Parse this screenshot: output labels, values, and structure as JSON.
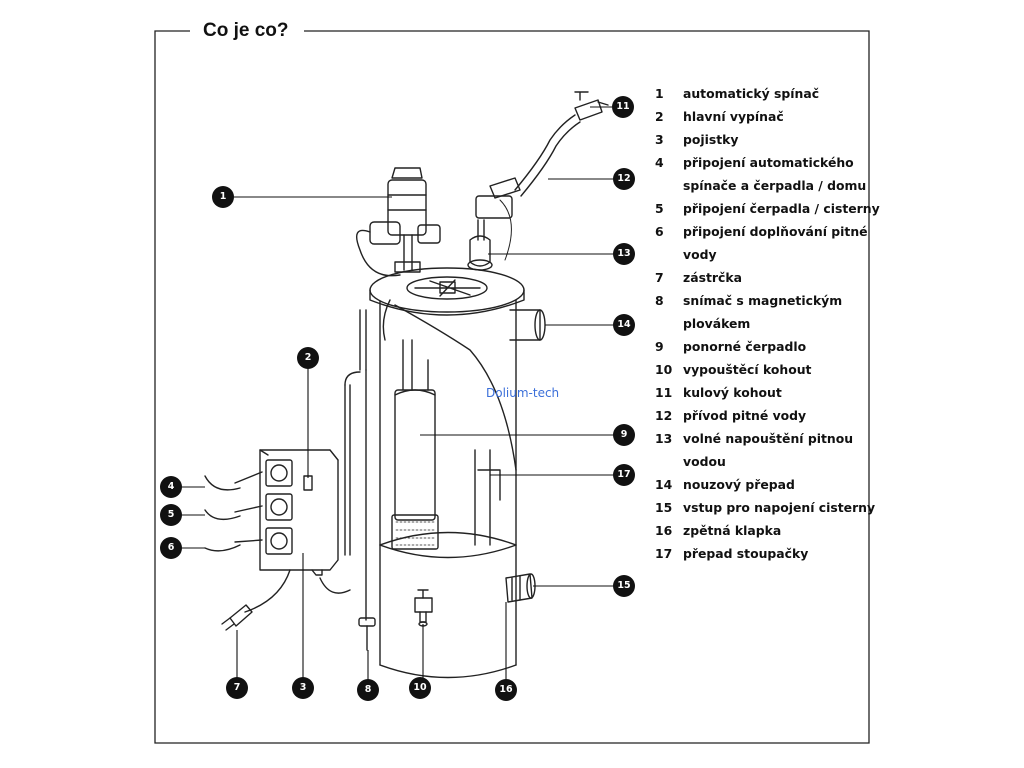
{
  "title": "Co je co?",
  "watermark": "Dolium-tech",
  "legend": [
    {
      "num": "1",
      "lines": [
        "automatický spínač"
      ]
    },
    {
      "num": "2",
      "lines": [
        "hlavní vypínač"
      ]
    },
    {
      "num": "3",
      "lines": [
        "pojistky"
      ]
    },
    {
      "num": "4",
      "lines": [
        "připojení automatického",
        "spínače a čerpadla / domu"
      ]
    },
    {
      "num": "5",
      "lines": [
        "připojení čerpadla / cisterny"
      ]
    },
    {
      "num": "6",
      "lines": [
        "připojení doplňování pitné",
        "vody"
      ]
    },
    {
      "num": "7",
      "lines": [
        "zástrčka"
      ]
    },
    {
      "num": "8",
      "lines": [
        "snímač s magnetickým",
        "plovákem"
      ]
    },
    {
      "num": "9",
      "lines": [
        "ponorné čerpadlo"
      ]
    },
    {
      "num": "10",
      "lines": [
        "vypouštěcí kohout"
      ]
    },
    {
      "num": "11",
      "lines": [
        "kulový kohout"
      ]
    },
    {
      "num": "12",
      "lines": [
        "přívod pitné vody"
      ]
    },
    {
      "num": "13",
      "lines": [
        "volné napouštění pitnou",
        "vodou"
      ]
    },
    {
      "num": "14",
      "lines": [
        "nouzový přepad"
      ]
    },
    {
      "num": "15",
      "lines": [
        "vstup pro napojení cisterny"
      ]
    },
    {
      "num": "16",
      "lines": [
        "zpětná klapka"
      ]
    },
    {
      "num": "17",
      "lines": [
        "přepad stoupačky"
      ]
    }
  ],
  "callouts": [
    "1",
    "2",
    "3",
    "4",
    "5",
    "6",
    "7",
    "8",
    "9",
    "10",
    "11",
    "12",
    "13",
    "14",
    "15",
    "16",
    "17"
  ]
}
